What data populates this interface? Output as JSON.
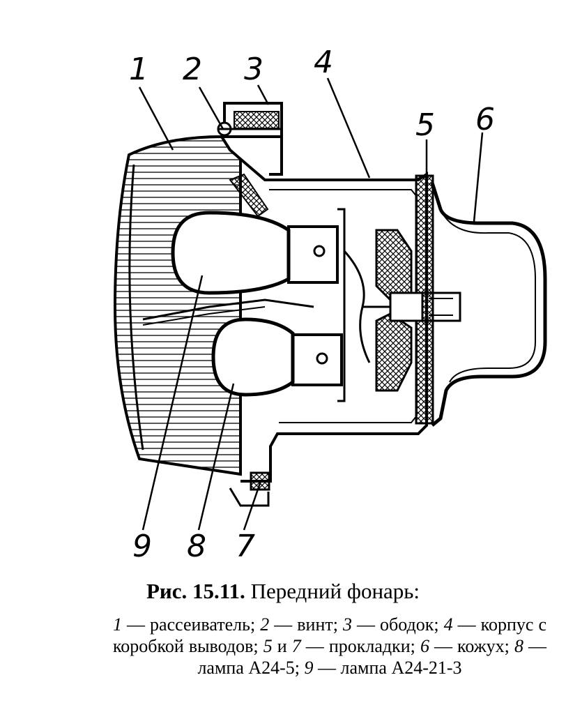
{
  "callouts": {
    "c1": "1",
    "c2": "2",
    "c3": "3",
    "c4": "4",
    "c5": "5",
    "c6": "6",
    "c7": "7",
    "c8": "8",
    "c9": "9"
  },
  "caption": {
    "figure_label": "Рис. 15.11.",
    "title": " Передний фонарь:",
    "legend": [
      {
        "num": "1",
        "text": " — рассеиватель; "
      },
      {
        "num": "2",
        "text": " — винт; "
      },
      {
        "num": "3",
        "text": " — ободок; "
      },
      {
        "num": "4",
        "text": " — корпус с коробкой выводов; "
      },
      {
        "num": "5",
        "text": " и "
      },
      {
        "num": "7",
        "text": " — прокладки; "
      },
      {
        "num": "6",
        "text": " — кожух; "
      },
      {
        "num": "8",
        "text": " — лампа А24-5; "
      },
      {
        "num": "9",
        "text": " — лампа А24-21-3"
      }
    ]
  }
}
